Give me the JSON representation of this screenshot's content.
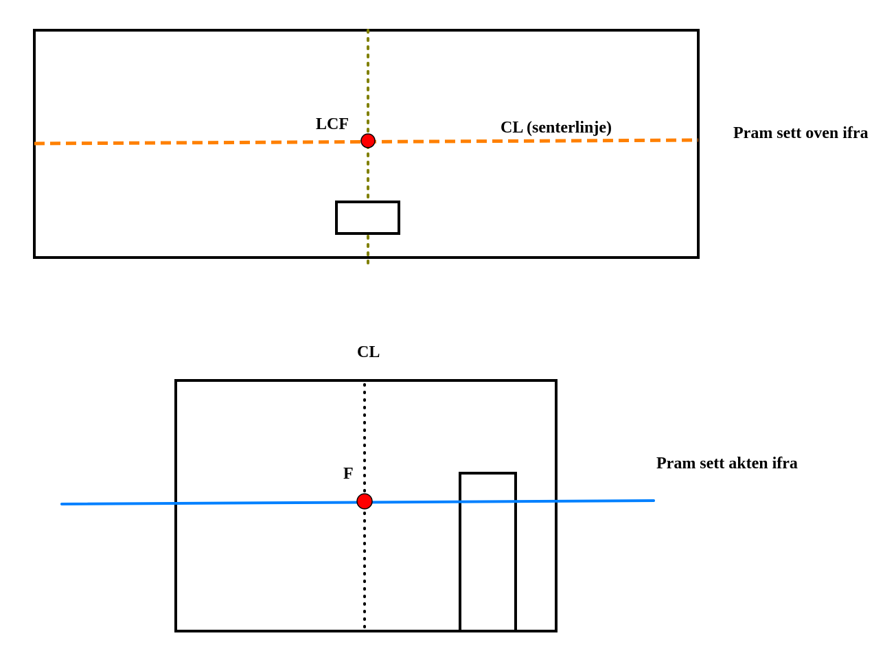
{
  "top_view": {
    "title": "Pram sett oven ifra",
    "point_label": "LCF",
    "centerline_label": "CL (senterlinje)"
  },
  "aft_view": {
    "title": "Pram sett akten ifra",
    "centerline_label": "CL",
    "point_label": "F"
  },
  "colors": {
    "outline": "#000000",
    "centerline_dashed": "#ff8000",
    "vertical_dotted_top": "#808000",
    "vertical_dotted_aft": "#000000",
    "waterline": "#0080ff",
    "point": "#ff0000"
  }
}
